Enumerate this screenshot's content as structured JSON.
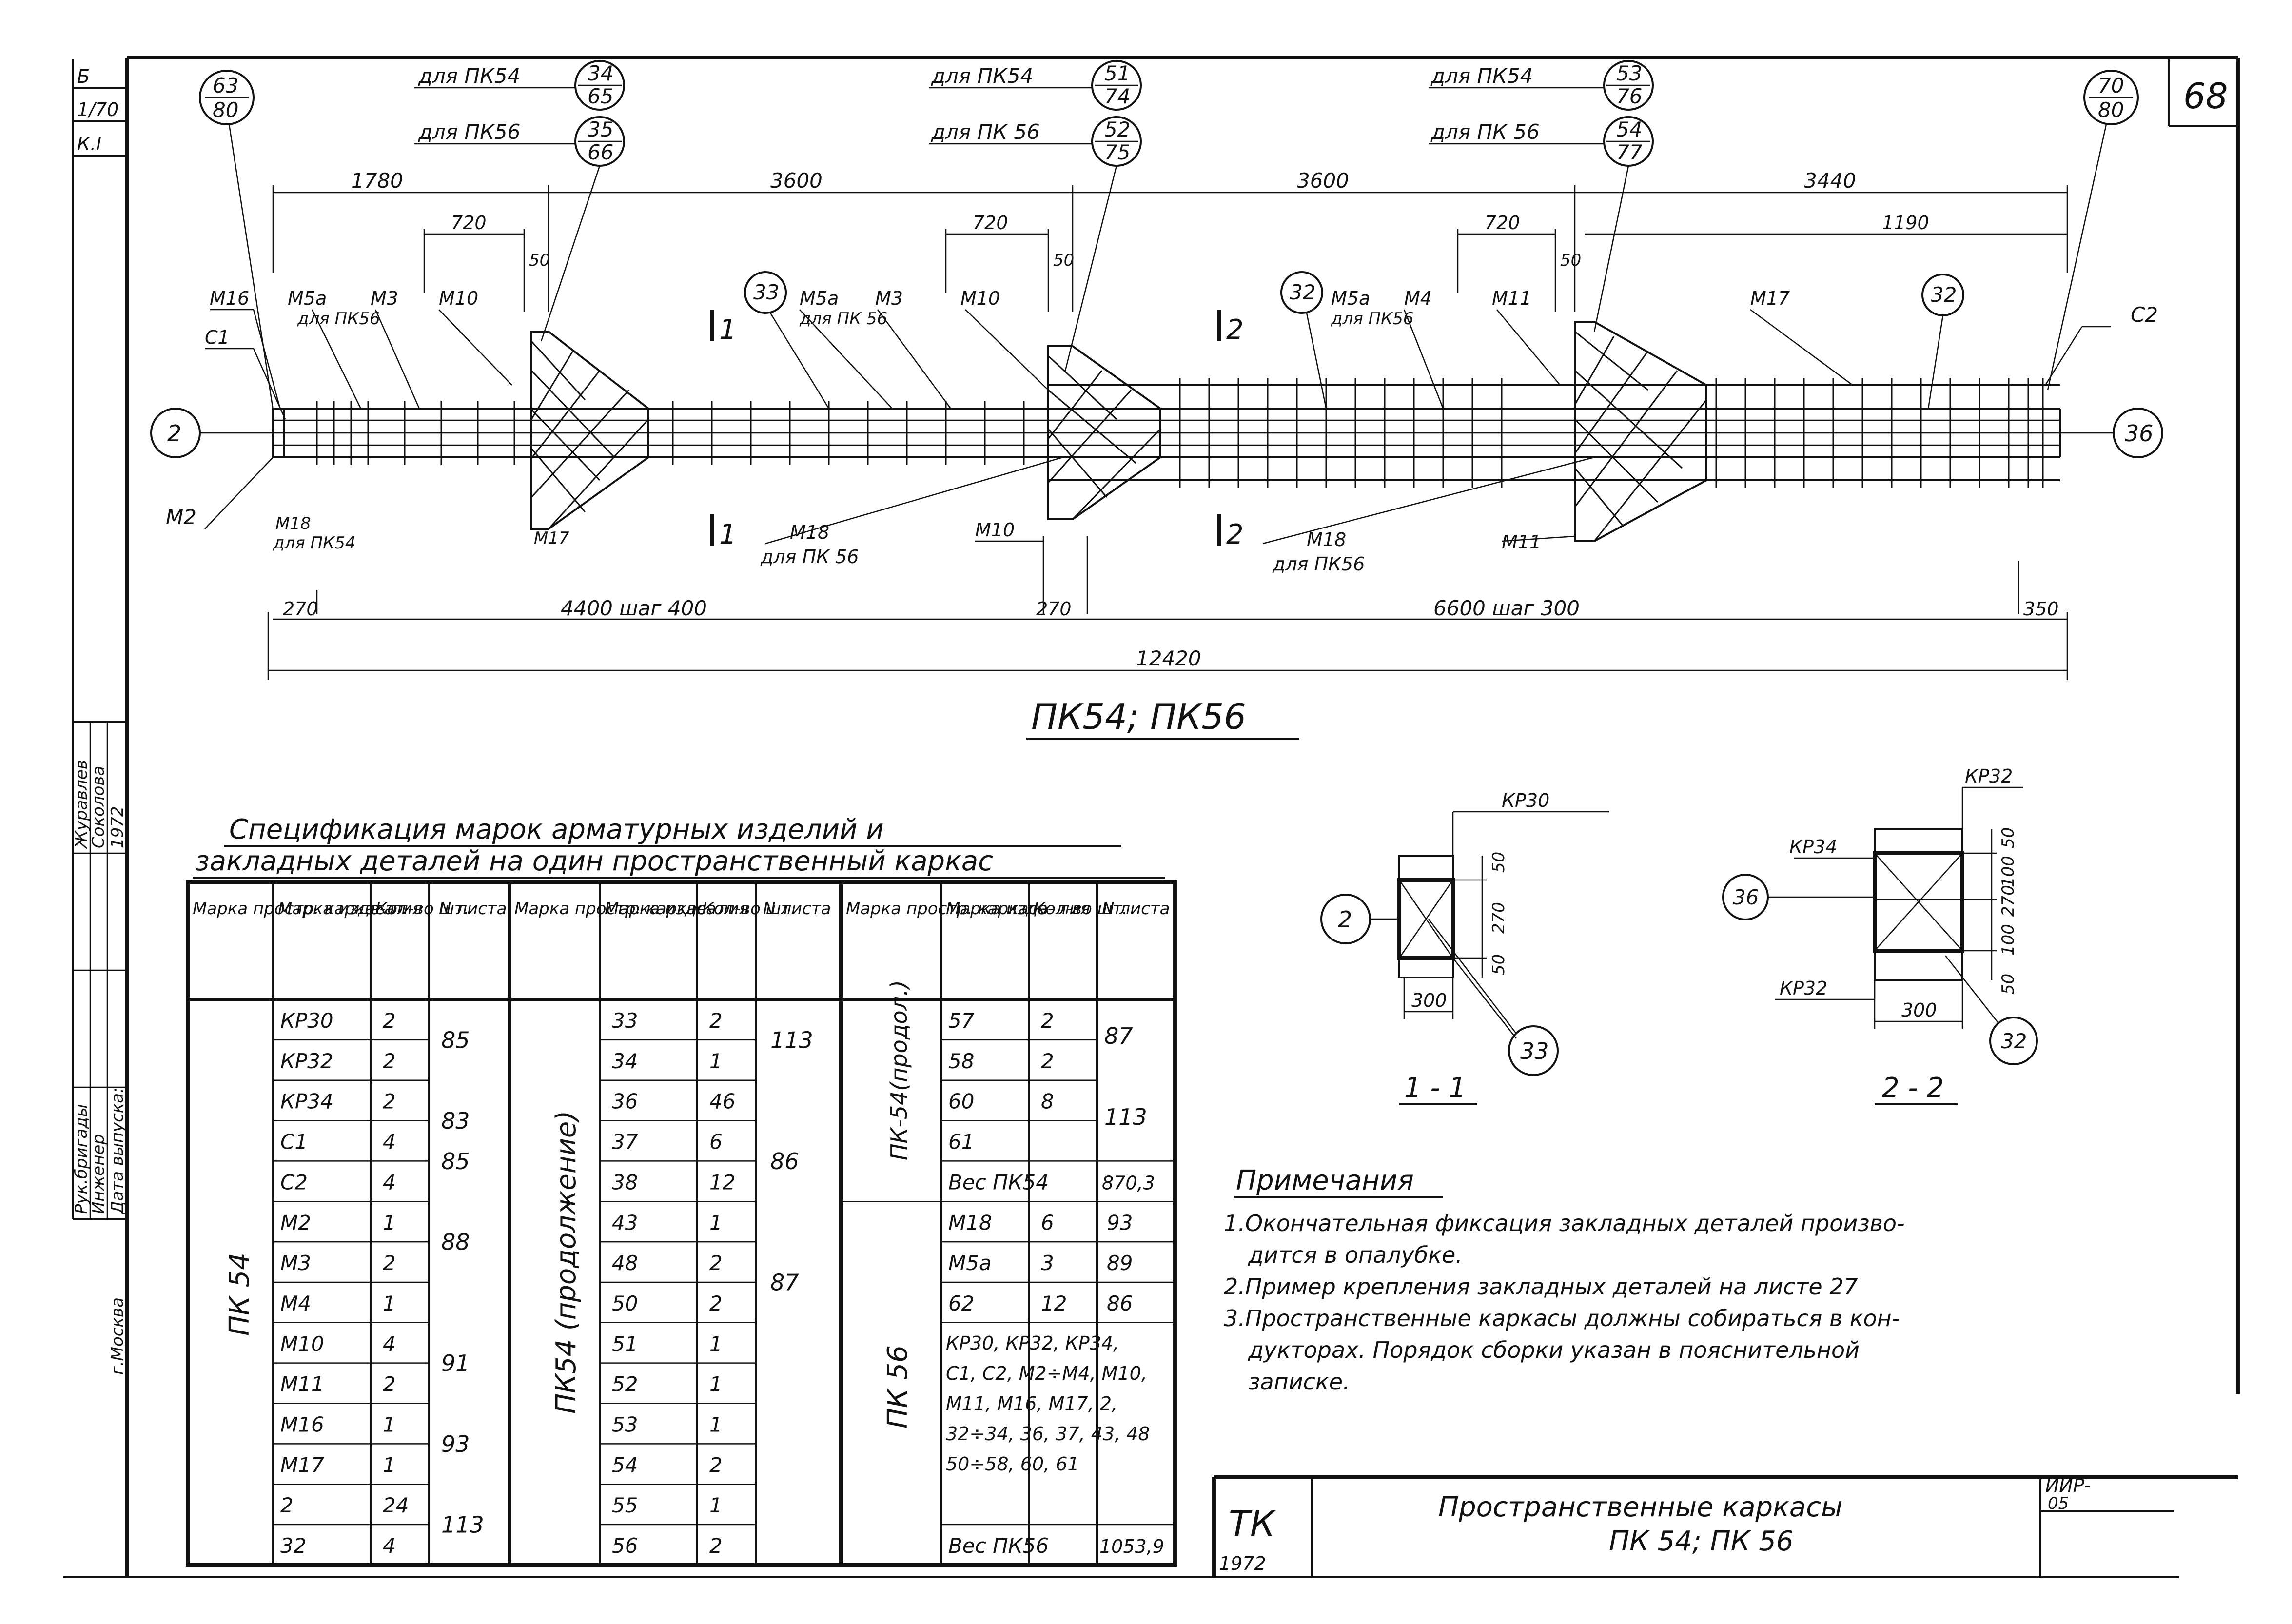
{
  "sheet": {
    "page_number": "68",
    "margin_codes": [
      "Б",
      "1/70",
      "К.I"
    ],
    "margin_stamp": [
      "Рук.бригады",
      "Инженер",
      "Дата выпуска:",
      "Журавлев",
      "Соколова",
      "1972",
      "г.Москва"
    ]
  },
  "elevation": {
    "title": "ПК54; ПК56",
    "dims_top": [
      "1780",
      "3600",
      "3600",
      "3440"
    ],
    "dims_sub": [
      "720",
      "50",
      "720",
      "50",
      "720",
      "50",
      "1190"
    ],
    "dims_bottom": [
      "270",
      "4400 шаг 400",
      "270",
      "6600 шаг 300",
      "350"
    ],
    "dim_total": "12420",
    "end_bubbles": [
      "2",
      "36"
    ],
    "bubbles_top": [
      {
        "note": "",
        "top": "63",
        "bottom": "80"
      },
      {
        "note": "для ПК54",
        "top": "34",
        "bottom": "65"
      },
      {
        "note": "для ПК56",
        "top": "35",
        "bottom": "66"
      },
      {
        "note": "для ПК54",
        "top": "51",
        "bottom": "74"
      },
      {
        "note": "для ПК 56",
        "top": "52",
        "bottom": "75"
      },
      {
        "note": "для ПК54",
        "top": "53",
        "bottom": "76"
      },
      {
        "note": "для ПК 56",
        "top": "54",
        "bottom": "77"
      },
      {
        "note": "",
        "top": "70",
        "bottom": "80"
      }
    ],
    "bubbles_mid": [
      "33",
      "32",
      "32"
    ],
    "labels": {
      "m16": "М16",
      "c1": "С1",
      "m5a_1": "М5а",
      "for_pk56_1": "для ПК56",
      "m3_1": "М3",
      "m10_1": "М10",
      "m5a_2": "М5а",
      "for_pk56_2": "для ПК 56",
      "m3_2": "М3",
      "m10_2": "М10",
      "m5a_3": "М5а",
      "for_pk56_3": "для ПК56",
      "m4": "М4",
      "m11_1": "М11",
      "m17": "М17",
      "c2": "С2",
      "m2": "М2",
      "m18_1": "М18",
      "for_pk54_1": "для ПК54",
      "m17_low": "М17",
      "m18_2": "М18",
      "for_pk56_4": "для ПК 56",
      "m10_3": "М10",
      "m18_3": "М18",
      "for_pk56_5": "для ПК56",
      "m11_2": "М11",
      "cut1": "1",
      "cut2": "2"
    }
  },
  "spec": {
    "title_line1": "Спецификация марок арматурных изделий и",
    "title_line2": "закладных деталей на один пространственный каркас",
    "headers": [
      "Марка простр. каркаса",
      "Марка изде- лия",
      "Кол-во шт.",
      "N листа"
    ],
    "group1": {
      "name": "ПК 54",
      "rows": [
        [
          "КР30",
          "2",
          "85"
        ],
        [
          "КР32",
          "2",
          ""
        ],
        [
          "КР34",
          "2",
          "83"
        ],
        [
          "С1",
          "4",
          "85"
        ],
        [
          "С2",
          "4",
          ""
        ],
        [
          "М2",
          "1",
          "88"
        ],
        [
          "М3",
          "2",
          ""
        ],
        [
          "М4",
          "1",
          ""
        ],
        [
          "М10",
          "4",
          "91"
        ],
        [
          "М11",
          "2",
          ""
        ],
        [
          "М16",
          "1",
          "93"
        ],
        [
          "М17",
          "1",
          ""
        ],
        [
          "2",
          "24",
          "113"
        ],
        [
          "32",
          "4",
          ""
        ]
      ]
    },
    "group2": {
      "name": "ПК54 (продолжение)",
      "rows": [
        [
          "33",
          "2",
          "113"
        ],
        [
          "34",
          "1",
          ""
        ],
        [
          "36",
          "46",
          ""
        ],
        [
          "37",
          "6",
          "86"
        ],
        [
          "38",
          "12",
          ""
        ],
        [
          "43",
          "1",
          ""
        ],
        [
          "48",
          "2",
          "87"
        ],
        [
          "50",
          "2",
          ""
        ],
        [
          "51",
          "1",
          ""
        ],
        [
          "52",
          "1",
          ""
        ],
        [
          "53",
          "1",
          ""
        ],
        [
          "54",
          "2",
          ""
        ],
        [
          "55",
          "1",
          ""
        ],
        [
          "56",
          "2",
          ""
        ]
      ]
    },
    "group3": {
      "name_pk54": "ПК-54(продол.)",
      "rows_pk54": [
        [
          "57",
          "2",
          "87"
        ],
        [
          "58",
          "2",
          ""
        ],
        [
          "60",
          "8",
          "113"
        ],
        [
          "61",
          "",
          ""
        ]
      ],
      "weight_pk54_label": "Вес ПК54",
      "weight_pk54": "870,3",
      "name_pk56": "ПК 56",
      "rows_pk56": [
        [
          "М18",
          "6",
          "93"
        ],
        [
          "М5а",
          "3",
          "89"
        ],
        [
          "62",
          "12",
          "86"
        ]
      ],
      "pk56_note": [
        "КР30, КР32, КР34,",
        "С1, С2, М2÷М4, М10,",
        "М11, М16, М17, 2,",
        "32÷34, 36, 37, 43, 48",
        "50÷58, 60, 61"
      ],
      "weight_pk56_label": "Вес ПК56",
      "weight_pk56": "1053,9"
    }
  },
  "section11": {
    "title": "1 - 1",
    "frame": "КР30",
    "bubble_left": "2",
    "bubble_right": "33",
    "dim_w": "300",
    "dim_h": "270",
    "dim_top": "50",
    "dim_bottom": "50"
  },
  "section22": {
    "title": "2 - 2",
    "frame_top": "КР32",
    "frame_mid": "КР34",
    "frame_bottom": "КР32",
    "bubble_left": "36",
    "bubble_right": "32",
    "dim_w": "300",
    "dim_h": "270",
    "dims_right": [
      "50",
      "100",
      "100",
      "50"
    ]
  },
  "notes": {
    "title": "Примечания",
    "lines": [
      "1.Окончательная фиксация закладных деталей произво-",
      "дится в опалубке.",
      "2.Пример крепления закладных деталей на листе 27",
      "3.Пространственные каркасы должны собираться в кон-",
      "дукторах. Порядок сборки указан в пояснительной",
      "записке."
    ]
  },
  "title_block": {
    "logo": "ТК",
    "year": "1972",
    "title_line1": "Пространственные каркасы",
    "title_line2": "ПК 54; ПК 56",
    "code": [
      "ИИР-",
      "05"
    ]
  }
}
